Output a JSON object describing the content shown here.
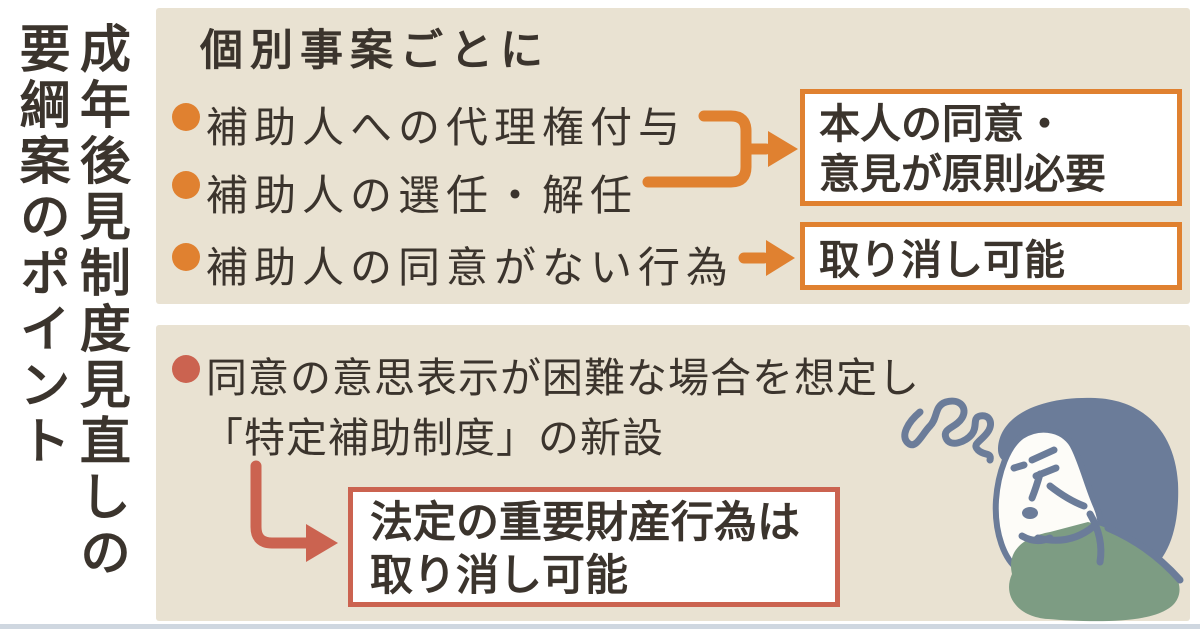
{
  "title": {
    "line1": "成年後見制度見直しの",
    "line2": "要綱案のポイント"
  },
  "top_panel": {
    "header": "個別事案ごとに",
    "bullets": [
      {
        "label": "補助人への代理権付与"
      },
      {
        "label": "補助人の選任・解任"
      },
      {
        "label": "補助人の同意がない行為"
      }
    ],
    "boxes": [
      {
        "lines": [
          "本人の同意・",
          "意見が原則必要"
        ]
      },
      {
        "lines": [
          "取り消し可能"
        ]
      }
    ]
  },
  "bottom_panel": {
    "bullet_line1": "同意の意思表示が困難な場合を想定し",
    "bullet_line2": "「特定補助制度」の新設",
    "box": {
      "lines": [
        "法定の重要財産行為は",
        "取り消し可能"
      ]
    }
  },
  "illustration": {
    "name": "elderly-woman-thinking-doodle"
  },
  "colors": {
    "orange": "#e08130",
    "red": "#cb6350",
    "panel": "#e9e2d2",
    "text": "#3b342d",
    "hair": "#6b7c99",
    "sweater": "#7d9c83",
    "face": "#fdfcf8",
    "white": "#ffffff",
    "strip": "#cfd7e0"
  }
}
